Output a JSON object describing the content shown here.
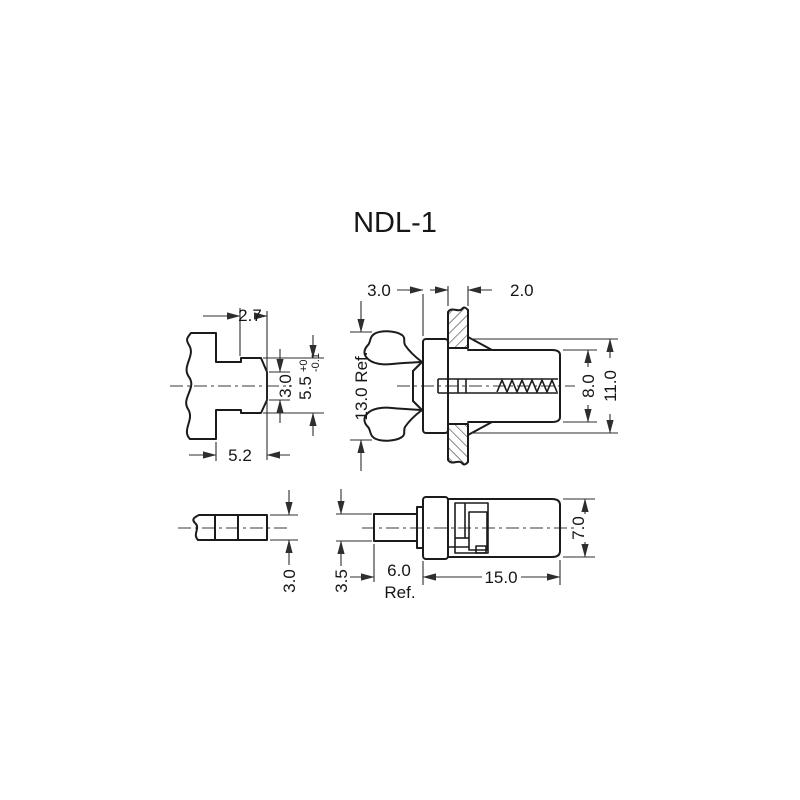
{
  "title": "NDL-1",
  "colors": {
    "line": "#1b1b1b",
    "dimension": "#2e2e2e",
    "background": "#ffffff"
  },
  "views": {
    "clip_tip_profile": {
      "dims": {
        "tip_width": "2.7",
        "tip_flat_height": "3.0",
        "tip_overall_height_value": "5.5",
        "tip_tol_upper": "+0",
        "tip_tol_lower": "-0.1",
        "overall_width": "5.2"
      }
    },
    "assembly_section": {
      "dims": {
        "flange_offset": "3.0",
        "panel_thickness": "2.0",
        "wing_span": "13.0 Ref.",
        "body_height": "8.0",
        "flange_height": "11.0"
      }
    },
    "bar_end_view": {
      "dims": {
        "bar_height": "3.0"
      }
    },
    "body_side_view": {
      "dims": {
        "shaft_height": "3.5",
        "shaft_length_value": "6.0",
        "shaft_length_ref": "Ref.",
        "body_length": "15.0",
        "body_height": "7.0"
      }
    }
  }
}
